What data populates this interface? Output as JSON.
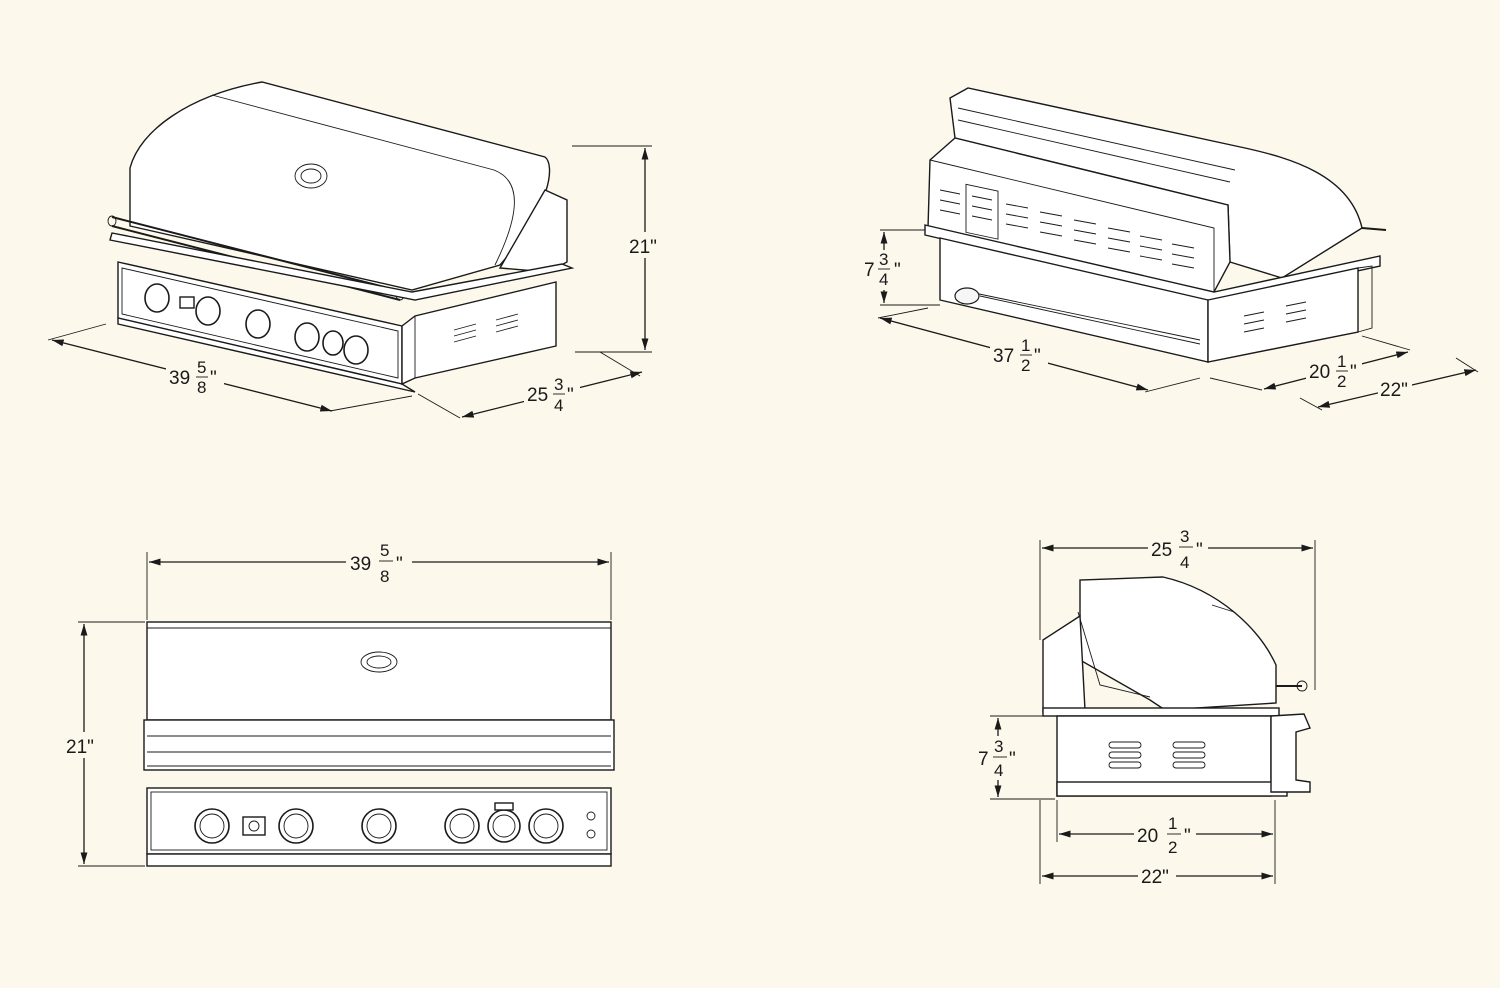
{
  "views": {
    "iso_front": {
      "width_whole": "39",
      "width_num": "5",
      "width_den": "8",
      "width_unit": "\"",
      "height": "21\"",
      "depth_whole": "25",
      "depth_num": "3",
      "depth_den": "4",
      "depth_unit": "\""
    },
    "iso_back": {
      "cutout_height_whole": "7",
      "cutout_height_num": "3",
      "cutout_height_den": "4",
      "cutout_height_unit": "\"",
      "width_whole": "37",
      "width_num": "1",
      "width_den": "2",
      "width_unit": "\"",
      "depth_whole": "20",
      "depth_num": "1",
      "depth_den": "2",
      "depth_unit": "\"",
      "depth_total": "22\""
    },
    "front": {
      "width_whole": "39",
      "width_num": "5",
      "width_den": "8",
      "width_unit": "\"",
      "height": "21\""
    },
    "side": {
      "depth_whole": "25",
      "depth_num": "3",
      "depth_den": "4",
      "depth_unit": "\"",
      "cutout_height_whole": "7",
      "cutout_height_num": "3",
      "cutout_height_den": "4",
      "cutout_height_unit": "\"",
      "base_depth_whole": "20",
      "base_depth_num": "1",
      "base_depth_den": "2",
      "base_depth_unit": "\"",
      "total_depth": "22\""
    }
  },
  "colors": {
    "background": "#fdf8ec",
    "line": "#1a1a1a",
    "panel": "#ffffff"
  }
}
